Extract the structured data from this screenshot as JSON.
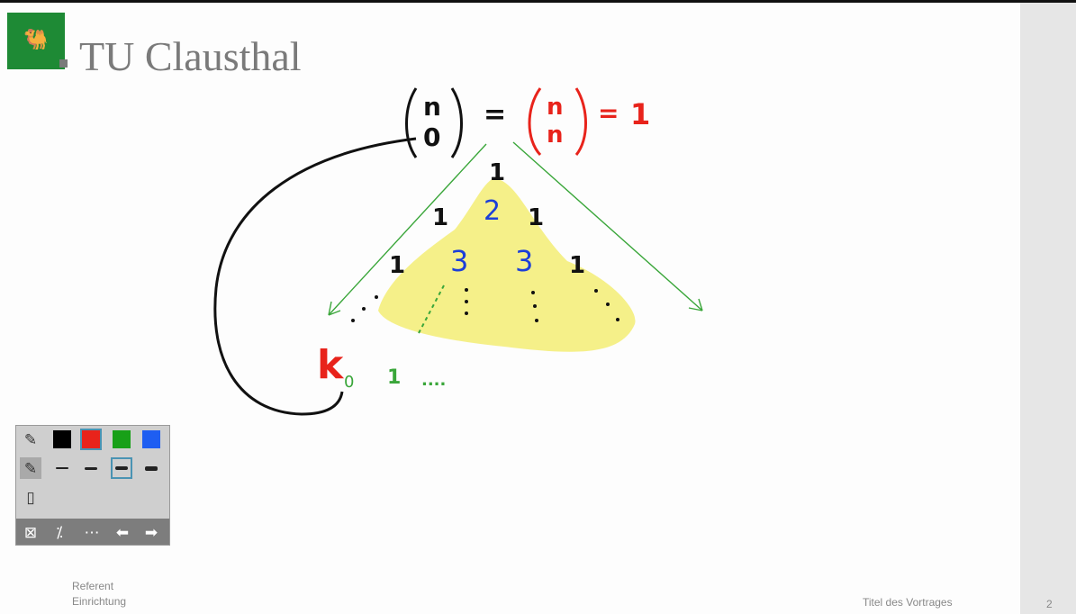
{
  "slide": {
    "logo_text": "TU Clausthal",
    "logo_mark": "🐫",
    "footer": {
      "speaker": "Referent",
      "institution": "Einrichtung",
      "talk_title": "Titel des Vortrages",
      "page_number": "2"
    }
  },
  "ink": {
    "binom_left_top": "n",
    "binom_left_bottom": "0",
    "equals1": "=",
    "binom_right_top": "n",
    "binom_right_bottom": "n",
    "equals2": "=",
    "result": "1",
    "row0": [
      "1"
    ],
    "row1": [
      "1",
      "2",
      "1"
    ],
    "row2": [
      "1",
      "3",
      "3",
      "1"
    ],
    "k_label": "k",
    "k_sub": "0",
    "bottom_one": "1",
    "bottom_dots": "....",
    "colors": {
      "black": "#111111",
      "red": "#e8231b",
      "blue": "#1c3fd8",
      "green": "#3aa63a",
      "highlight": "#f4ee7c"
    }
  },
  "toolbar": {
    "colors": [
      "#000000",
      "#e8231b",
      "#18a018",
      "#1e5ef2"
    ],
    "selected_color_index": 1,
    "selected_width_index": 2,
    "icons": {
      "pen": "✎",
      "pen_active": "✎",
      "page": "▯",
      "clear": "⊠",
      "fraction": "⁒",
      "more": "⋯",
      "back": "⬅",
      "forward": "➡"
    }
  }
}
